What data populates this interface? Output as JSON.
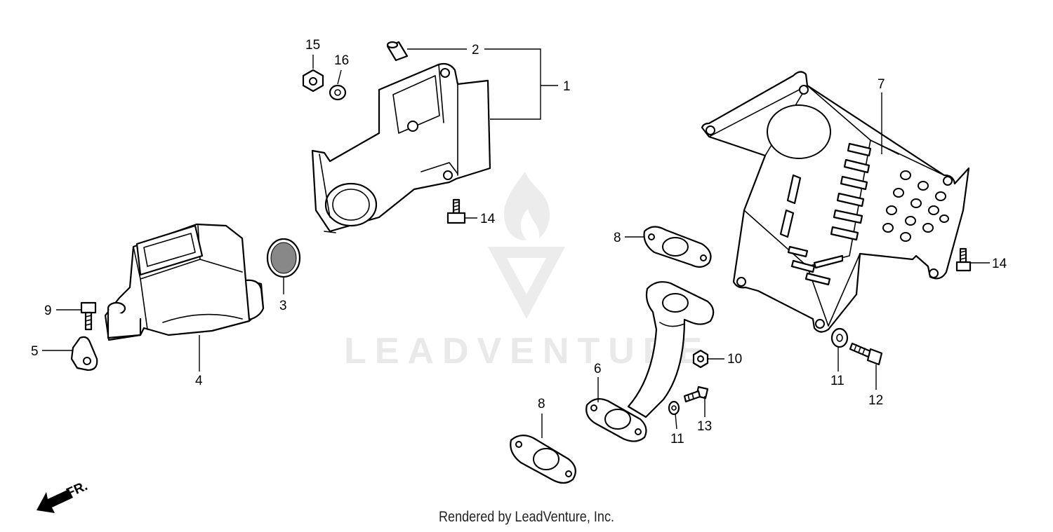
{
  "diagram": {
    "callouts": {
      "c1": "1",
      "c2": "2",
      "c3": "3",
      "c4": "4",
      "c5": "5",
      "c6": "6",
      "c7": "7",
      "c8a": "8",
      "c8b": "8",
      "c9": "9",
      "c10": "10",
      "c11a": "11",
      "c11b": "11",
      "c12": "12",
      "c13": "13",
      "c14a": "14",
      "c14b": "14",
      "c15": "15",
      "c16": "16"
    },
    "direction_label": "FR.",
    "watermark": "LEADVENTURE",
    "footer": "Rendered by LeadVenture, Inc."
  }
}
